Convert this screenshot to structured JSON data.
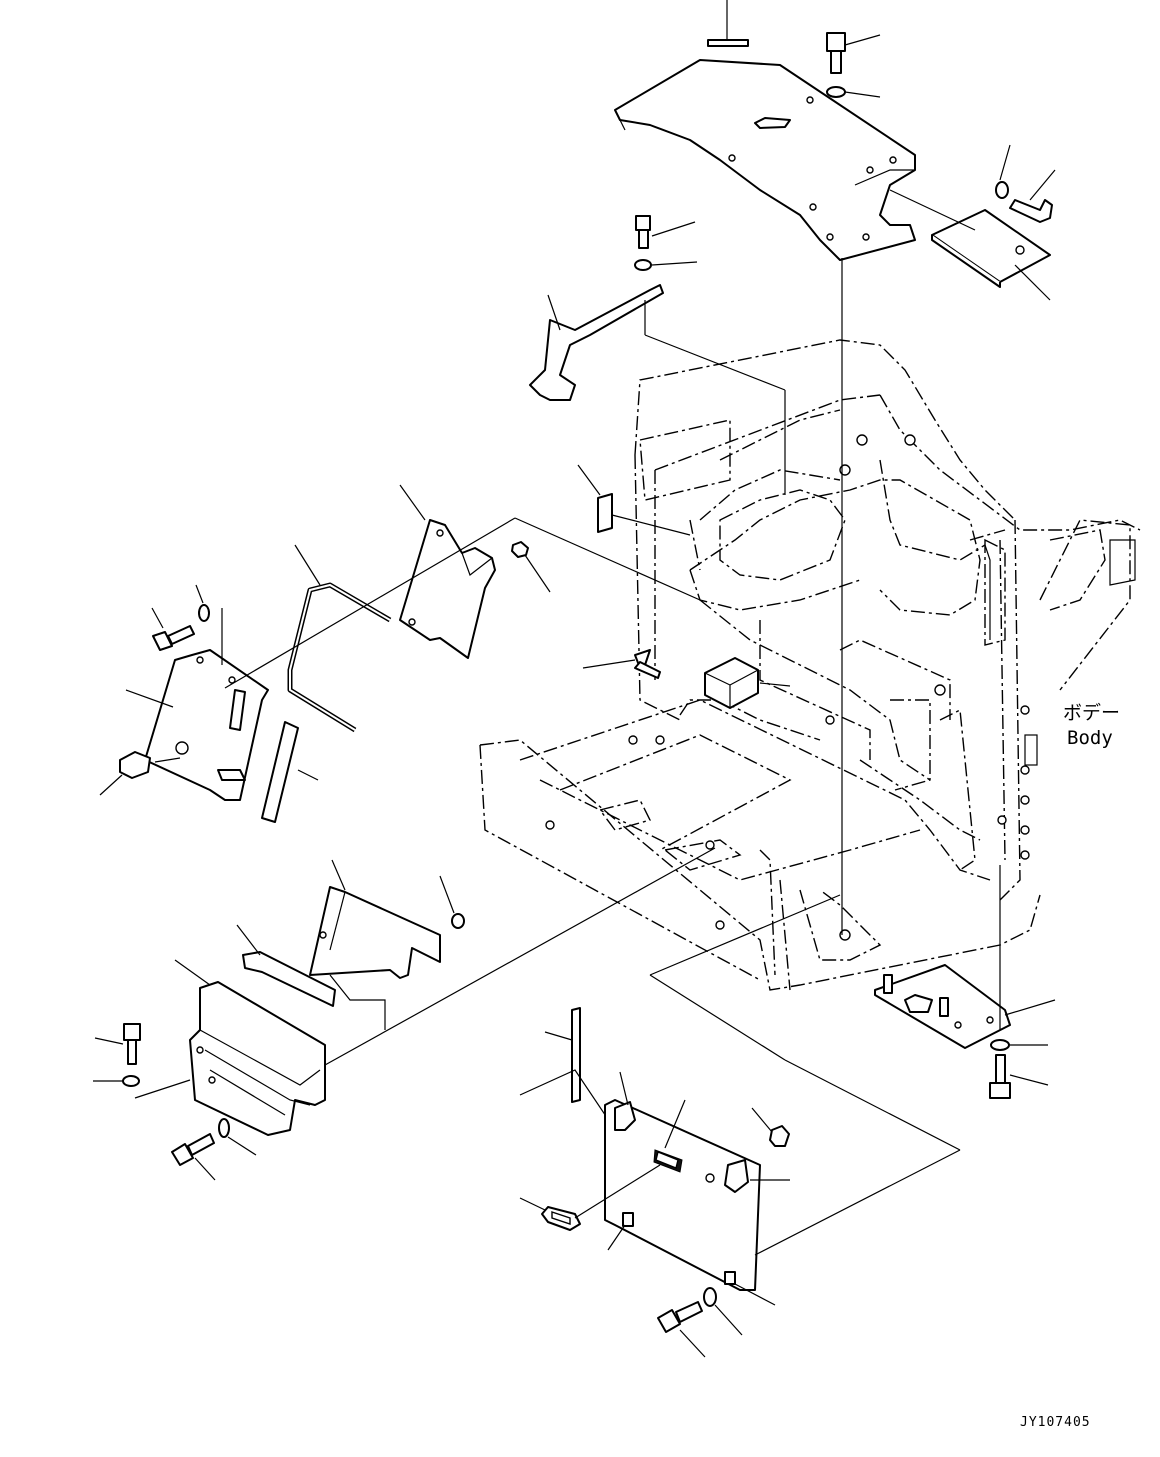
{
  "labels": {
    "body_jp": "ボデー",
    "body_en": "Body",
    "drawing_ref": "JY107405"
  }
}
